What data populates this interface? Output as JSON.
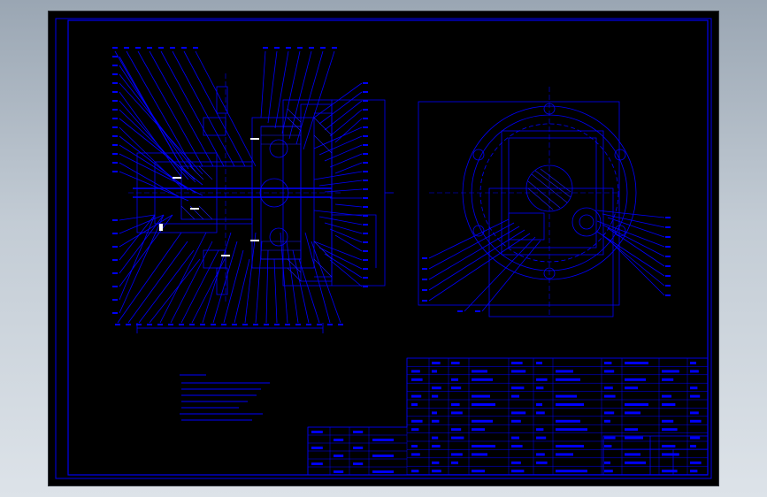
{
  "colors": {
    "background": "#000000",
    "line": "#0000ff",
    "hatch": "#1a1aff",
    "frame": "#0000ee"
  },
  "viewer": {
    "canvas_color": "#000000",
    "window_gradient": [
      "#9aa6b3",
      "#dde3e9"
    ]
  },
  "drawing": {
    "views": [
      "section-view",
      "end-view"
    ],
    "notes": {
      "heading": "",
      "lines": []
    },
    "parts_list": {
      "rows": 14,
      "columns": 12
    }
  }
}
